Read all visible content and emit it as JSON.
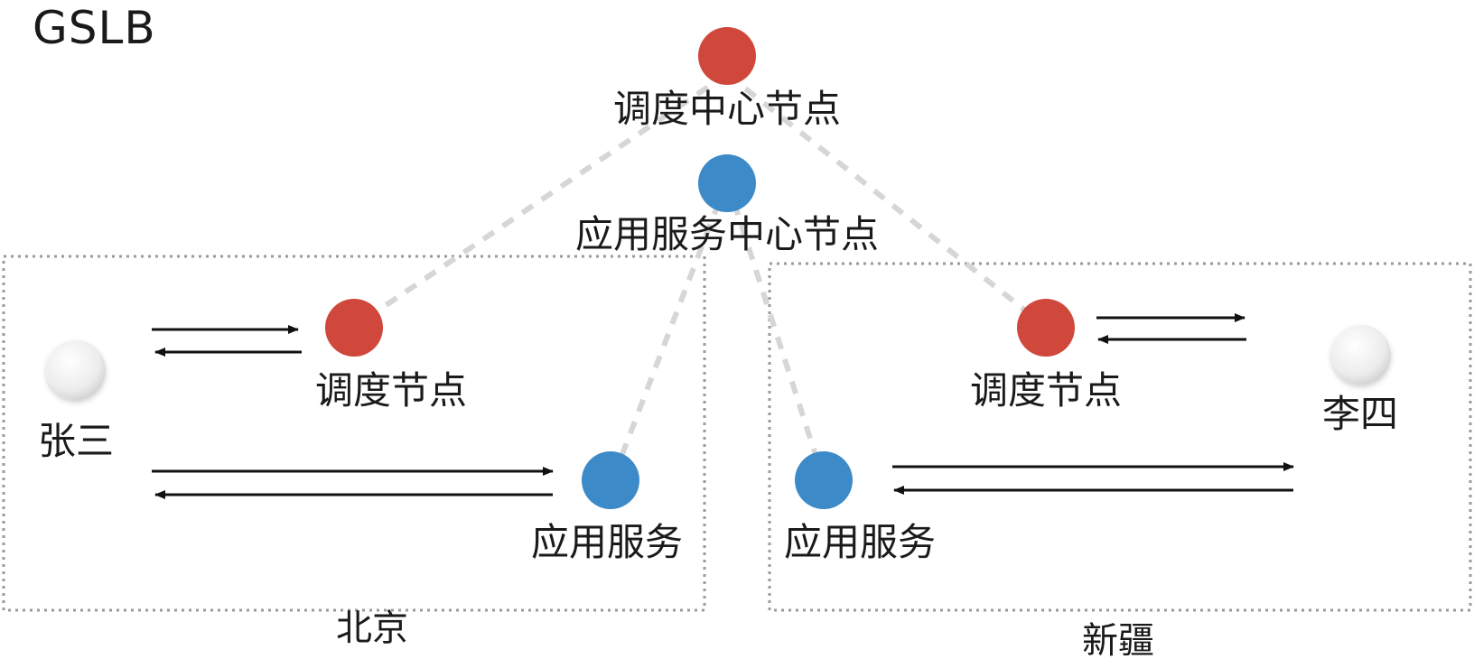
{
  "title": "GSLB",
  "colors": {
    "dispatch_node": "#d0483c",
    "app_node": "#3d8ac8",
    "user_node": "#e9e9e9",
    "connector": "#d6d6d6",
    "region_border": "#9a9a9a",
    "arrow": "#111111"
  },
  "center": {
    "dispatch_label": "调度中心节点",
    "app_label": "应用服务中心节点"
  },
  "regions": [
    {
      "name": "北京",
      "user_label": "张三",
      "dispatch_label": "调度节点",
      "app_label": "应用服务"
    },
    {
      "name": "新疆",
      "user_label": "李四",
      "dispatch_label": "调度节点",
      "app_label": "应用服务"
    }
  ]
}
